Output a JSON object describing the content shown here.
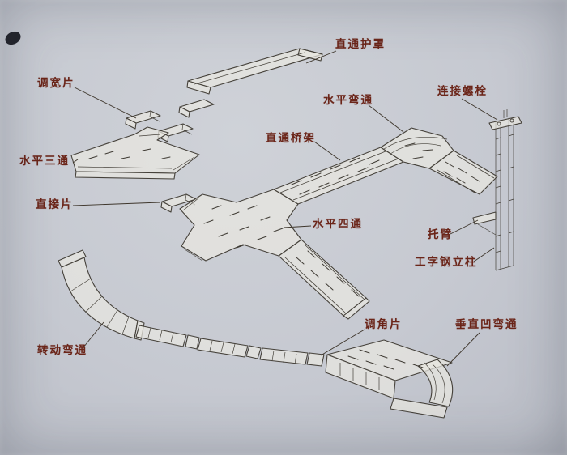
{
  "colors": {
    "paper": "#c6c9d1",
    "ink": "#45413a",
    "label_text": "#6b2519",
    "leader_line": "#3e362c",
    "part_fill": "#e9e7e0"
  },
  "diagram": {
    "type": "isometric-parts-diagram",
    "subject": "cable-tray-bridge-assembly",
    "labels": {
      "cover": {
        "text": "直通护罩"
      },
      "width_adjust": {
        "text": "调宽片"
      },
      "horizontal_tee": {
        "text": "水平三通"
      },
      "direct_piece": {
        "text": "直接片"
      },
      "horizontal_bend": {
        "text": "水平弯通"
      },
      "connecting_bolt": {
        "text": "连接螺栓"
      },
      "straight_tray": {
        "text": "直通桥架"
      },
      "horizontal_cross": {
        "text": "水平四通"
      },
      "bracket_arm": {
        "text": "托臂"
      },
      "ibeam_column": {
        "text": "工字钢立柱"
      },
      "rotating_bend": {
        "text": "转动弯通"
      },
      "angle_piece": {
        "text": "调角片"
      },
      "vertical_concave_bend": {
        "text": "垂直凹弯通"
      }
    }
  }
}
